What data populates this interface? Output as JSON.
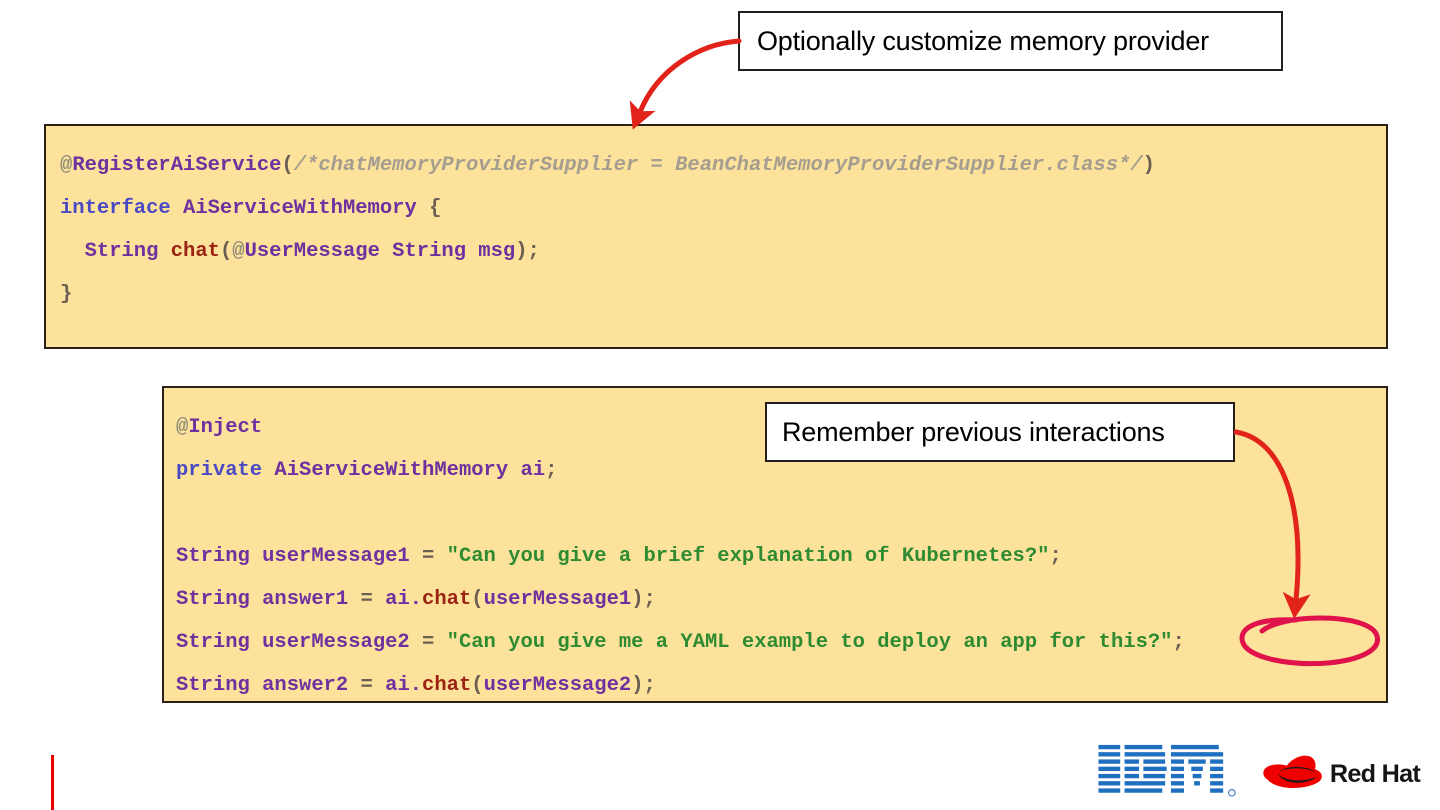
{
  "slide": {
    "background_color": "#ffffff",
    "code_background": "#FCE29A",
    "accent_red": "#EE0000",
    "annotation_red": "#E2231A",
    "circle_red": "#E0124B"
  },
  "callouts": [
    {
      "id": "memory-provider",
      "text": "Optionally customize memory provider"
    },
    {
      "id": "remember",
      "text": "Remember previous interactions"
    }
  ],
  "code_block_1": {
    "lines": [
      {
        "tokens": [
          {
            "text": "@",
            "style": "anno"
          },
          {
            "text": "RegisterAiService",
            "style": "annoname"
          },
          {
            "text": "(",
            "style": "punct"
          },
          {
            "text": "/*chatMemoryProviderSupplier = BeanChatMemoryProviderSupplier.class*/",
            "style": "comment"
          },
          {
            "text": ")",
            "style": "punct"
          }
        ]
      },
      {
        "tokens": [
          {
            "text": "interface ",
            "style": "kw"
          },
          {
            "text": "AiServiceWithMemory ",
            "style": "type"
          },
          {
            "text": "{",
            "style": "punct"
          }
        ]
      },
      {
        "tokens": [
          {
            "text": "  String ",
            "style": "type"
          },
          {
            "text": "chat",
            "style": "method"
          },
          {
            "text": "(",
            "style": "punct"
          },
          {
            "text": "@",
            "style": "anno"
          },
          {
            "text": "UserMessage String msg",
            "style": "type"
          },
          {
            "text": ");",
            "style": "punct"
          }
        ]
      },
      {
        "tokens": [
          {
            "text": "}",
            "style": "punct"
          }
        ]
      }
    ]
  },
  "code_block_2": {
    "lines": [
      {
        "tokens": [
          {
            "text": "@",
            "style": "anno"
          },
          {
            "text": "Inject",
            "style": "annoname"
          }
        ]
      },
      {
        "tokens": [
          {
            "text": "private ",
            "style": "kw"
          },
          {
            "text": "AiServiceWithMemory ai",
            "style": "type"
          },
          {
            "text": ";",
            "style": "punct"
          }
        ]
      },
      {
        "tokens": []
      },
      {
        "tokens": [
          {
            "text": "String userMessage1 ",
            "style": "type"
          },
          {
            "text": "= ",
            "style": "op"
          },
          {
            "text": "\"Can you give a brief explanation of Kubernetes?\"",
            "style": "str"
          },
          {
            "text": ";",
            "style": "punct"
          }
        ]
      },
      {
        "tokens": [
          {
            "text": "String answer1 ",
            "style": "type"
          },
          {
            "text": "= ",
            "style": "op"
          },
          {
            "text": "ai.",
            "style": "type"
          },
          {
            "text": "chat",
            "style": "method"
          },
          {
            "text": "(",
            "style": "punct"
          },
          {
            "text": "userMessage1",
            "style": "type"
          },
          {
            "text": ");",
            "style": "punct"
          }
        ]
      },
      {
        "tokens": [
          {
            "text": "String userMessage2 ",
            "style": "type"
          },
          {
            "text": "= ",
            "style": "op"
          },
          {
            "text": "\"Can you give me a YAML example to deploy an app for this?\"",
            "style": "str"
          },
          {
            "text": ";",
            "style": "punct"
          }
        ]
      },
      {
        "tokens": [
          {
            "text": "String answer2 ",
            "style": "type"
          },
          {
            "text": "= ",
            "style": "op"
          },
          {
            "text": "ai.",
            "style": "type"
          },
          {
            "text": "chat",
            "style": "method"
          },
          {
            "text": "(",
            "style": "punct"
          },
          {
            "text": "userMessage2",
            "style": "type"
          },
          {
            "text": ");",
            "style": "punct"
          }
        ]
      }
    ]
  },
  "annotations": {
    "arrow_to_code_block_1": "curved-arrow-down-left",
    "arrow_to_highlighted_text": "curved-arrow-down-right",
    "highlight_ellipse_target": "this?"
  },
  "footer": {
    "logos": [
      {
        "name": "ibm-logo",
        "text": "IBM"
      },
      {
        "name": "red-hat-logo",
        "text": "Red Hat"
      }
    ]
  }
}
